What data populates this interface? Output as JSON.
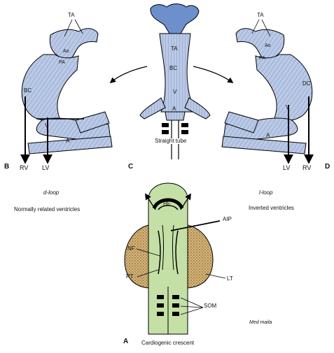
{
  "labels": {
    "ta_left": "TA",
    "ao_left": "Ao",
    "pa_left": "PA",
    "bc_left": "BC",
    "v_left": "V",
    "a_left": "A",
    "rv_left": "RV",
    "lv_left": "LV",
    "panel_b": "B",
    "ta_center": "TA",
    "bc_center": "BC",
    "v_center": "V",
    "a_center": "A",
    "straight_tube": "Straight tube",
    "panel_c": "C",
    "ta_right": "TA",
    "ao_right": "Ao",
    "pa_right": "PA",
    "dc_right": "DC",
    "v_right": "V",
    "a_right": "A",
    "lv_right": "LV",
    "rv_right": "RV",
    "panel_d": "D",
    "d_loop": "d-loop",
    "normally_related": "Normally related ventricles",
    "l_loop": "l-loop",
    "inverted": "Inverted ventricles",
    "hf": "HF",
    "aip": "AIP",
    "nf": "NF",
    "rt": "RT",
    "lt": "LT",
    "som": "SOM",
    "med_maila": "Med maila",
    "panel_a": "A",
    "cardiogenic_crescent": "Cardiogenic crescent"
  },
  "colors": {
    "heart_tube": "#b9c9e6",
    "heart_tube_dark": "#8fa4cf",
    "outflow_head": "#6d8fcc",
    "neural_fold": "#d9b87c",
    "neural_plate": "#c4e0a6",
    "line": "#000000"
  }
}
